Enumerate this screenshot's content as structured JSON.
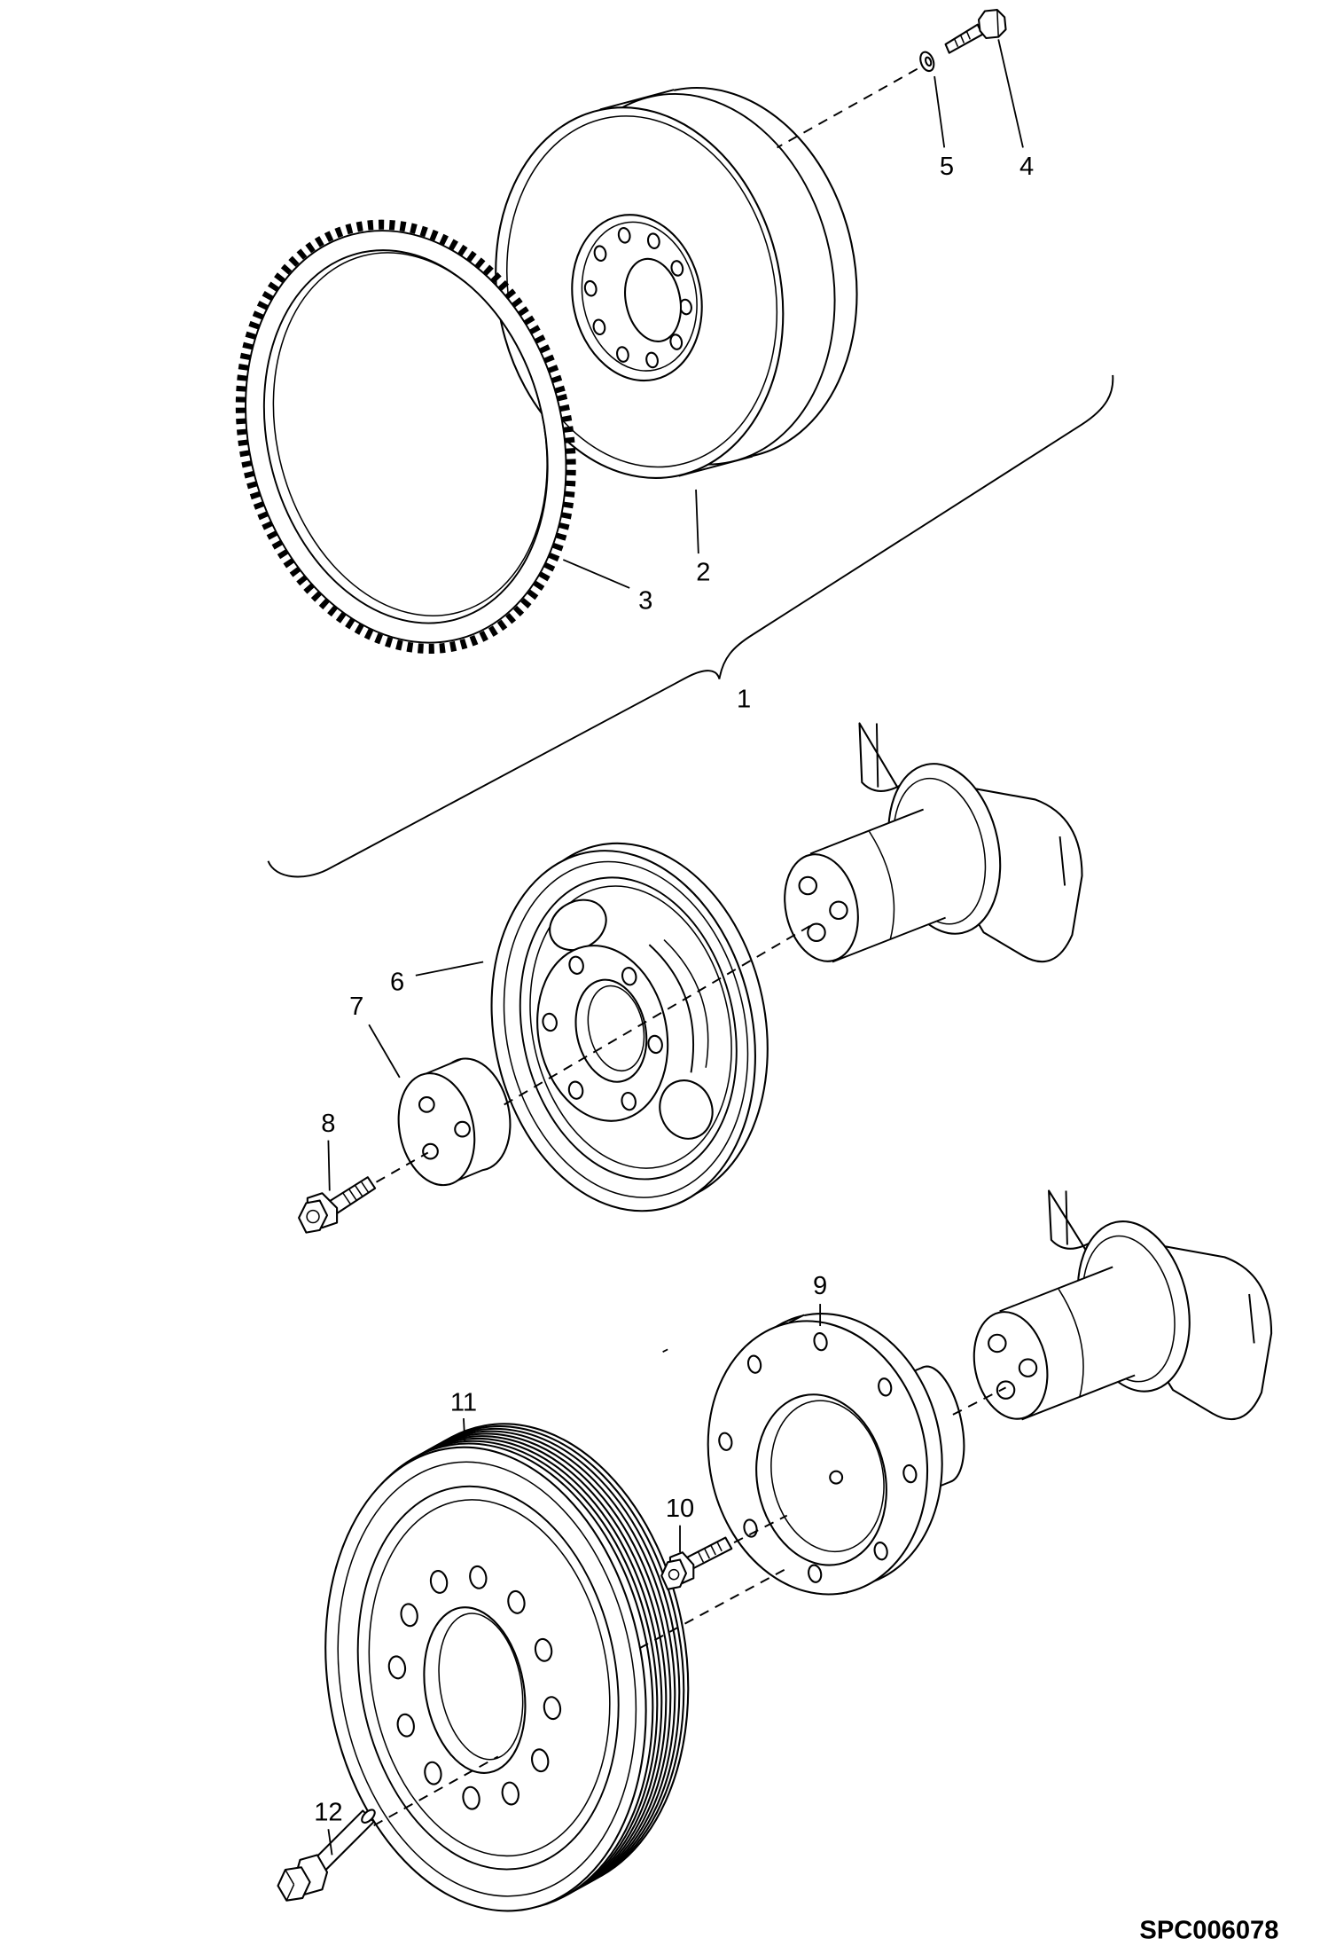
{
  "callouts": [
    "1",
    "2",
    "3",
    "4",
    "5",
    "6",
    "7",
    "8",
    "9",
    "10",
    "11",
    "12"
  ],
  "figure_id": "SPC006078"
}
